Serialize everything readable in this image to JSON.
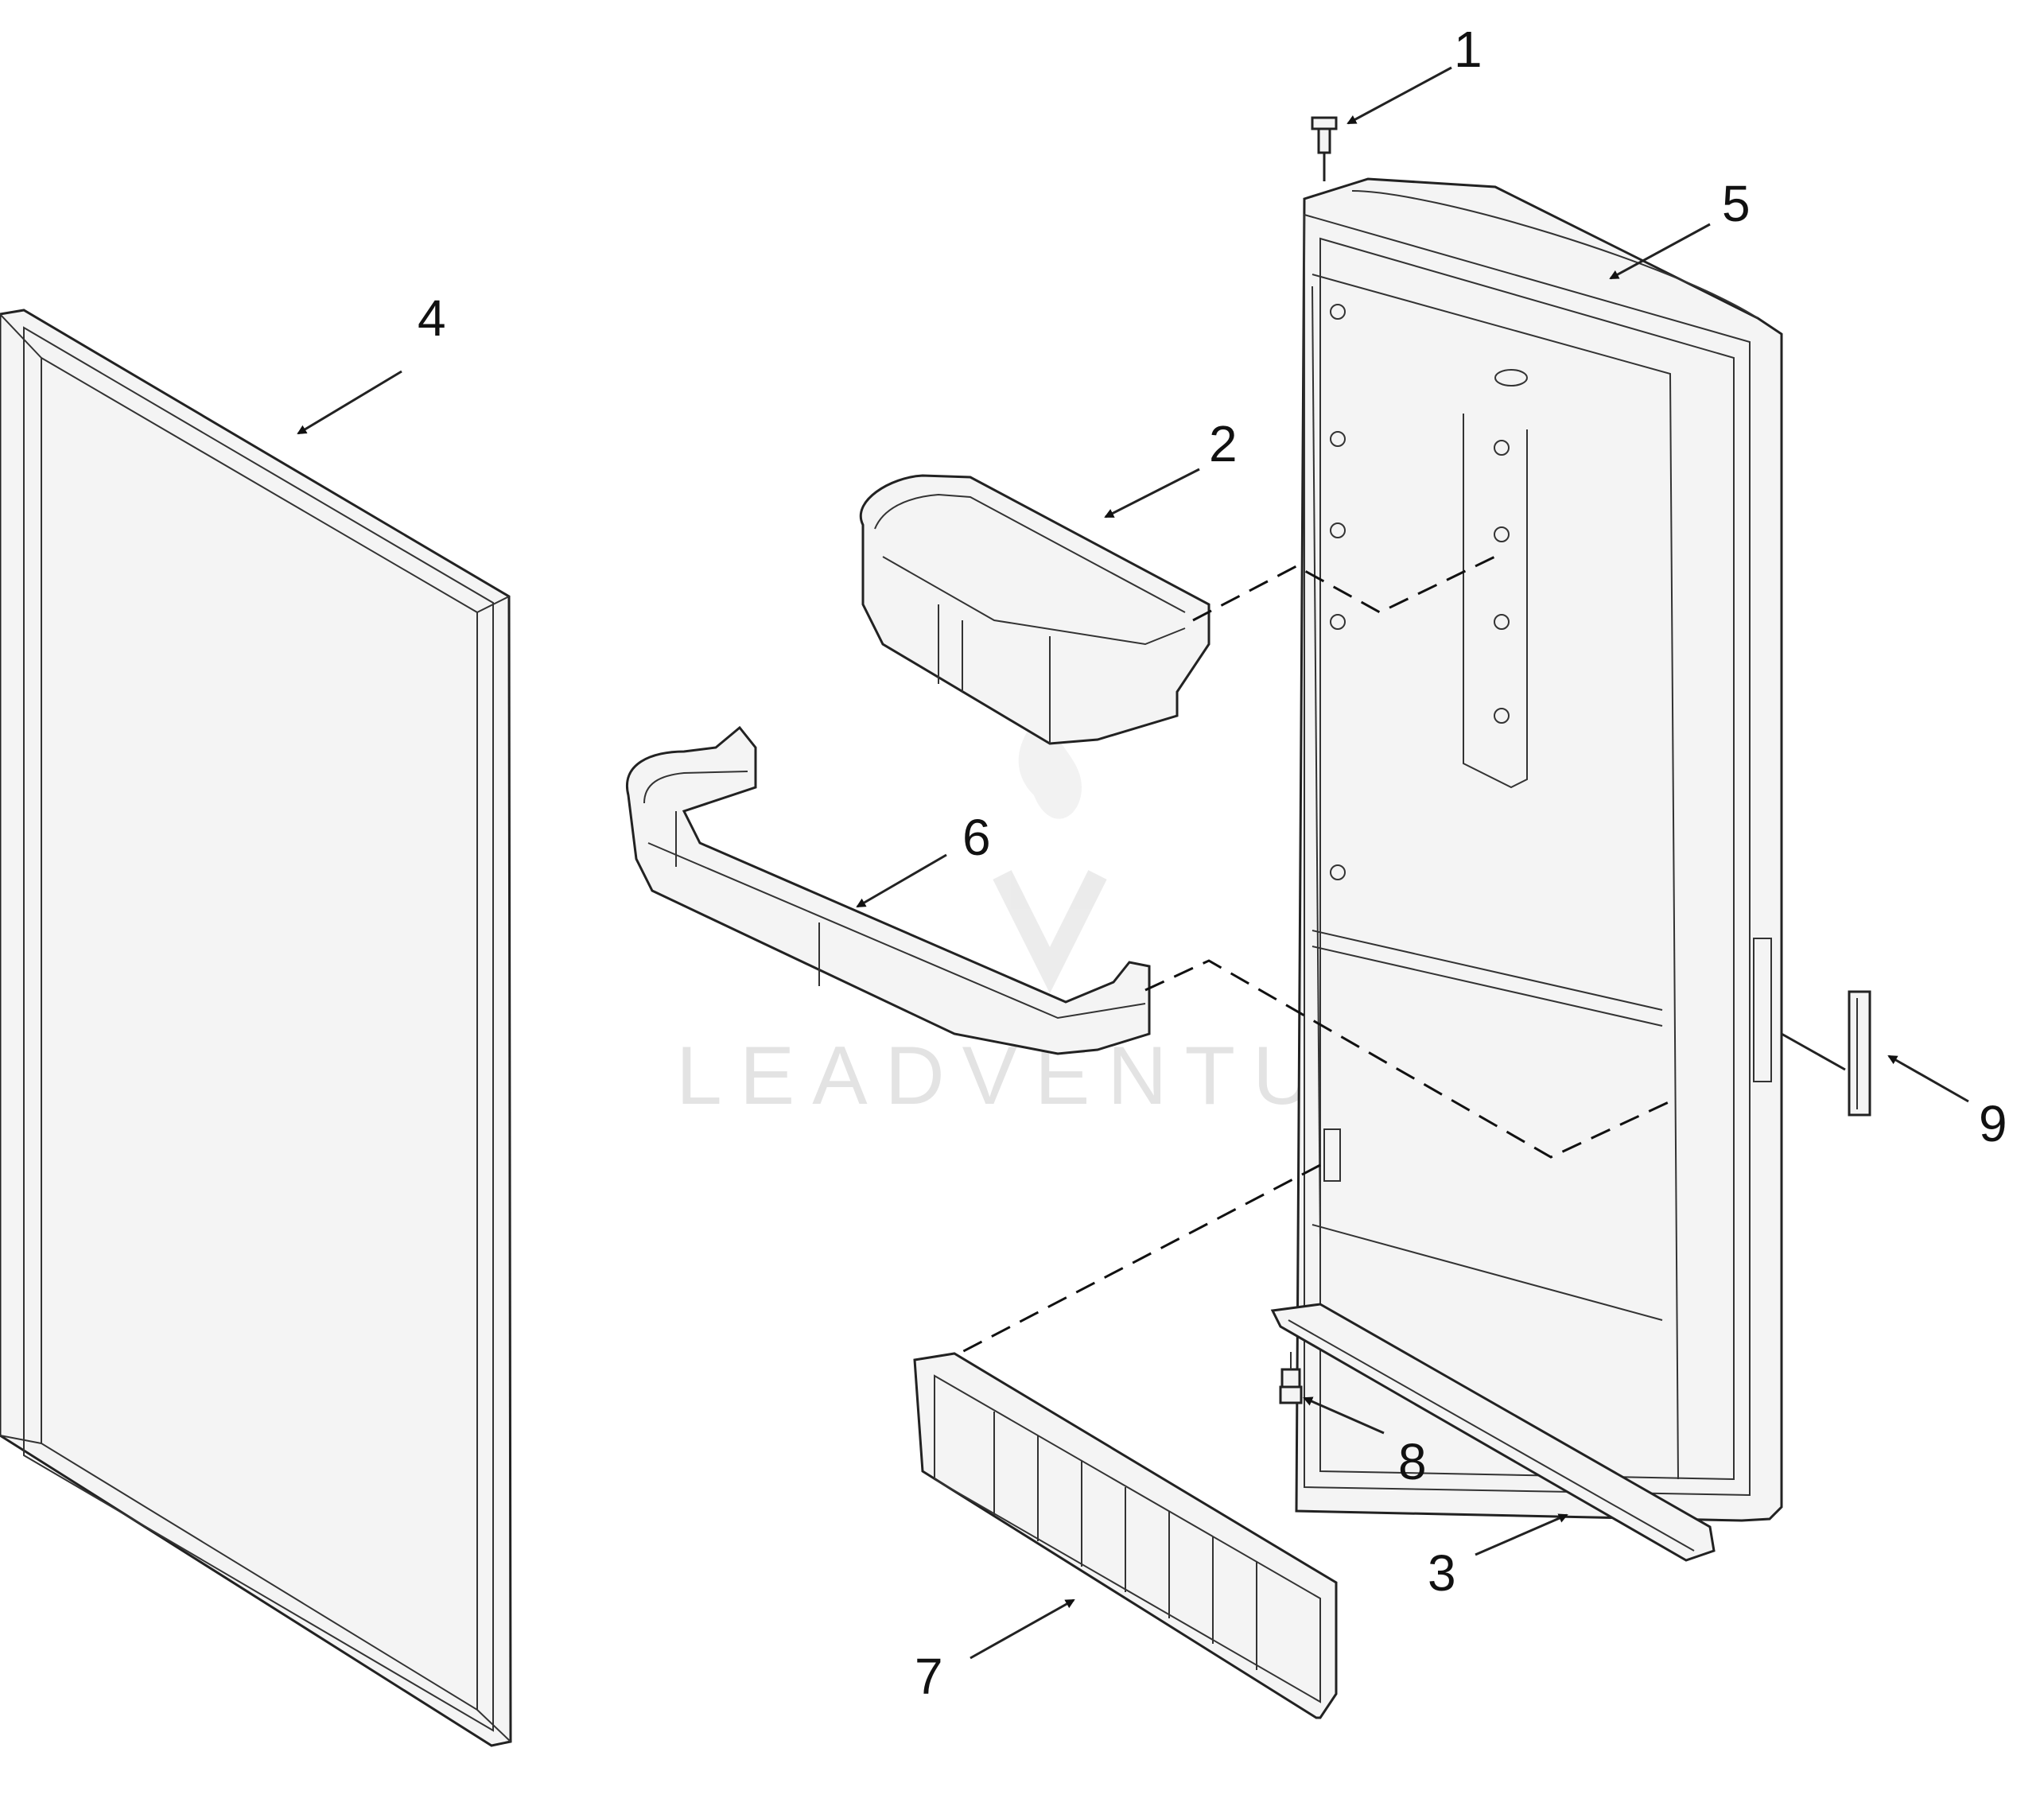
{
  "watermark": {
    "text": "LEADVENTURE"
  },
  "callouts": [
    {
      "id": "1",
      "label": "1"
    },
    {
      "id": "2",
      "label": "2"
    },
    {
      "id": "3",
      "label": "3"
    },
    {
      "id": "4",
      "label": "4"
    },
    {
      "id": "5",
      "label": "5"
    },
    {
      "id": "6",
      "label": "6"
    },
    {
      "id": "7",
      "label": "7"
    },
    {
      "id": "8",
      "label": "8"
    },
    {
      "id": "9",
      "label": "9"
    }
  ],
  "colors": {
    "line": "#222222",
    "watermark": "#e3e3e3"
  }
}
